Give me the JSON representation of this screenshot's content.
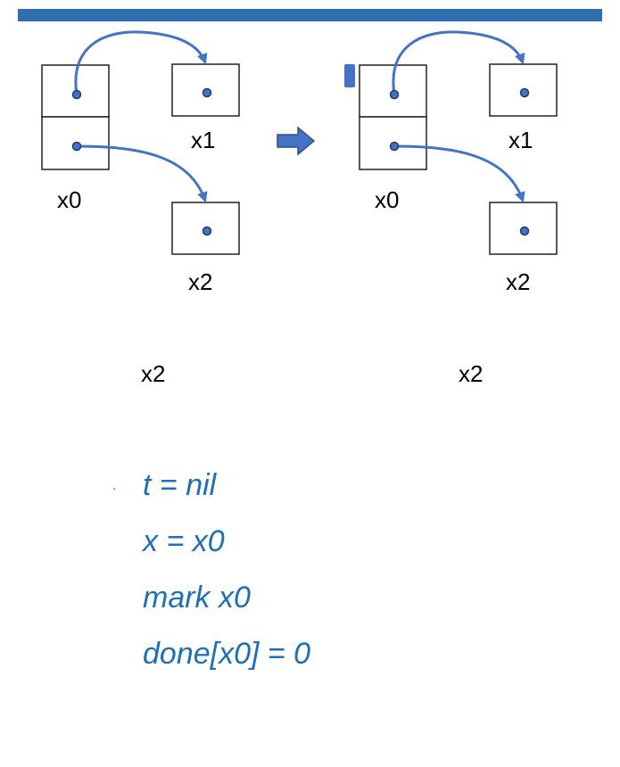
{
  "colors": {
    "accent": "#2f6fb0",
    "arrow": "#4472c4",
    "code": "#1f6fb8"
  },
  "diagram_before": {
    "root_label": "x0",
    "child1_label": "x1",
    "child2_label": "x2"
  },
  "diagram_after": {
    "root_label": "x0",
    "child1_label": "x1",
    "child2_label": "x2",
    "root_marked": true
  },
  "ghost_labels": [
    "x2",
    "x2"
  ],
  "code_lines": [
    "t = nil",
    "x = x0",
    "mark x0",
    "done[x0] = 0"
  ]
}
